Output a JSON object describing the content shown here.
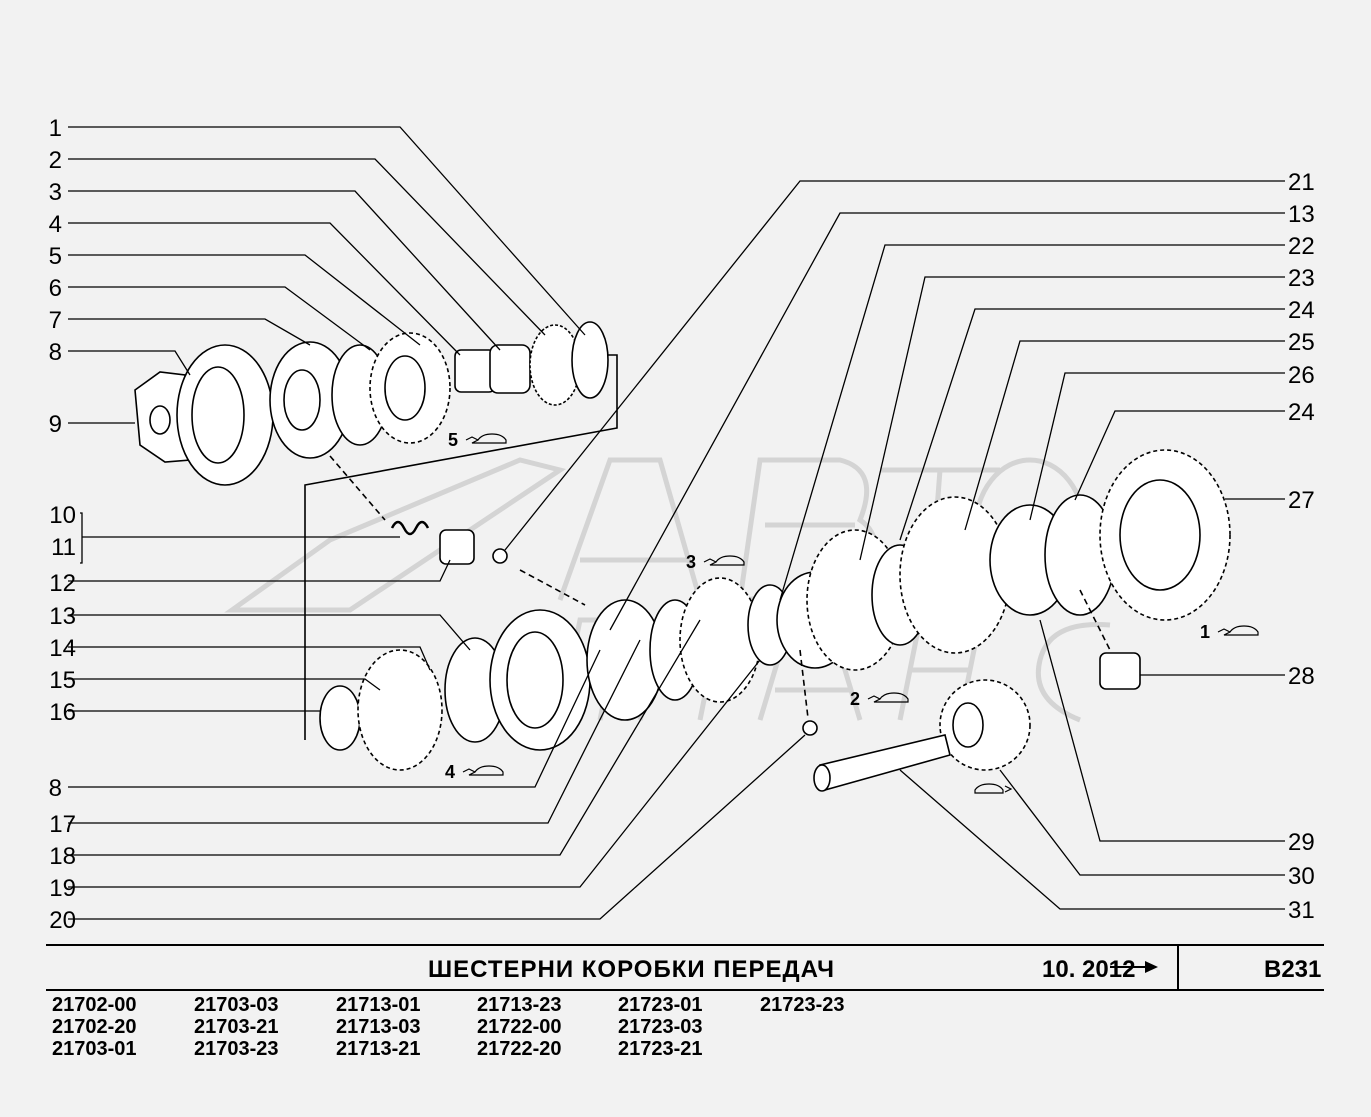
{
  "title": "ШЕСТЕРНИ   КОРОБКИ   ПЕРЕДАЧ",
  "date": "10. 2012",
  "code": "B231",
  "models": [
    [
      "21702-00",
      "21702-20",
      "21703-01"
    ],
    [
      "21703-03",
      "21703-21",
      "21703-23"
    ],
    [
      "21713-01",
      "21713-03",
      "21713-21"
    ],
    [
      "21713-23",
      "21722-00",
      "21722-20"
    ],
    [
      "21723-01",
      "21723-03",
      "21723-21"
    ],
    [
      "21723-23"
    ]
  ],
  "callouts_left": [
    "1",
    "2",
    "3",
    "4",
    "5",
    "6",
    "7",
    "8",
    "9",
    "10",
    "11",
    "12",
    "13",
    "14",
    "15",
    "16",
    "8",
    "17",
    "18",
    "19",
    "20"
  ],
  "callouts_right": [
    "21",
    "13",
    "22",
    "23",
    "24",
    "25",
    "26",
    "24",
    "27",
    "28",
    "29",
    "30",
    "31"
  ],
  "gear_markers": [
    "5",
    "3",
    "4",
    "2",
    "1"
  ],
  "watermark": "АВТО ДАЛЬНС",
  "colors": {
    "line": "#000000",
    "background": "#f2f2f2",
    "watermark": "#d8d8d8"
  }
}
